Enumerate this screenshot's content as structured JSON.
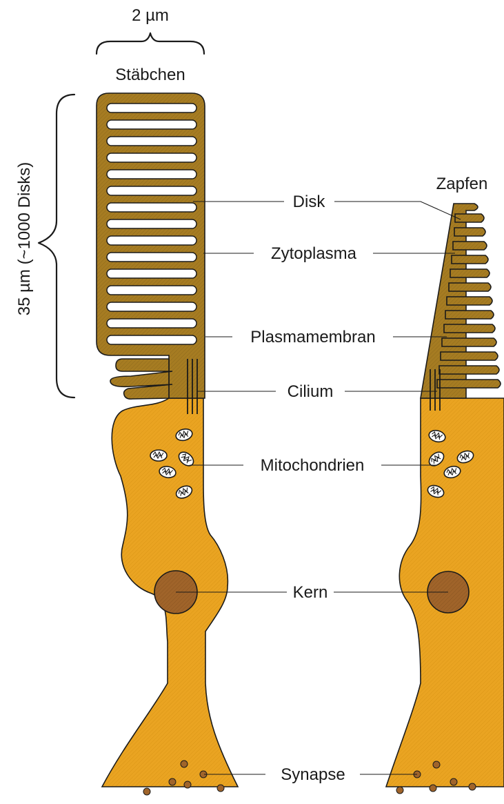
{
  "scale": {
    "width_label": "2 µm",
    "length_label": "35 µm (~1000 Disks)"
  },
  "cells": {
    "rod": {
      "name": "Stäbchen"
    },
    "cone": {
      "name": "Zapfen"
    }
  },
  "labels": {
    "disk": "Disk",
    "cytoplasm": "Zytoplasma",
    "plasma_membrane": "Plasmamembran",
    "cilium": "Cilium",
    "mitochondria": "Mitochondrien",
    "nucleus": "Kern",
    "synapse": "Synapse"
  },
  "colors": {
    "outer_segment": "#a67c22",
    "inner_segment": "#eaa422",
    "nucleus": "#a0642a",
    "outline": "#1a1a1a"
  }
}
